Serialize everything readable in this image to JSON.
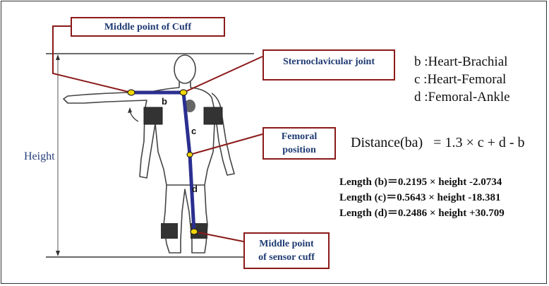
{
  "callouts": {
    "cuff": "Middle point of Cuff",
    "sternoclavicular": "Sternoclavicular joint",
    "femoral_line1": "Femoral",
    "femoral_line2": "position",
    "sensor_line1": "Middle point",
    "sensor_line2": "of sensor cuff"
  },
  "height_label": "Height",
  "segment_labels": {
    "b": "b",
    "c": "c",
    "d": "d"
  },
  "legend": [
    "b :Heart-Brachial",
    "c :Heart-Femoral",
    "d :Femoral-Ankle"
  ],
  "distance_formula": "Distance(ba)   = 1.3 × c + d - b",
  "length_formulas": [
    "Length (b)＝0.2195 × height -2.0734",
    "Length (c)＝0.5643 × height -18.381",
    "Length (d)＝0.2486 × height +30.709"
  ],
  "colors": {
    "callout_border": "#8b1a1a",
    "callout_text": "#1f3b73",
    "segment": "#2b2f8f",
    "marker": "#f2d600"
  }
}
